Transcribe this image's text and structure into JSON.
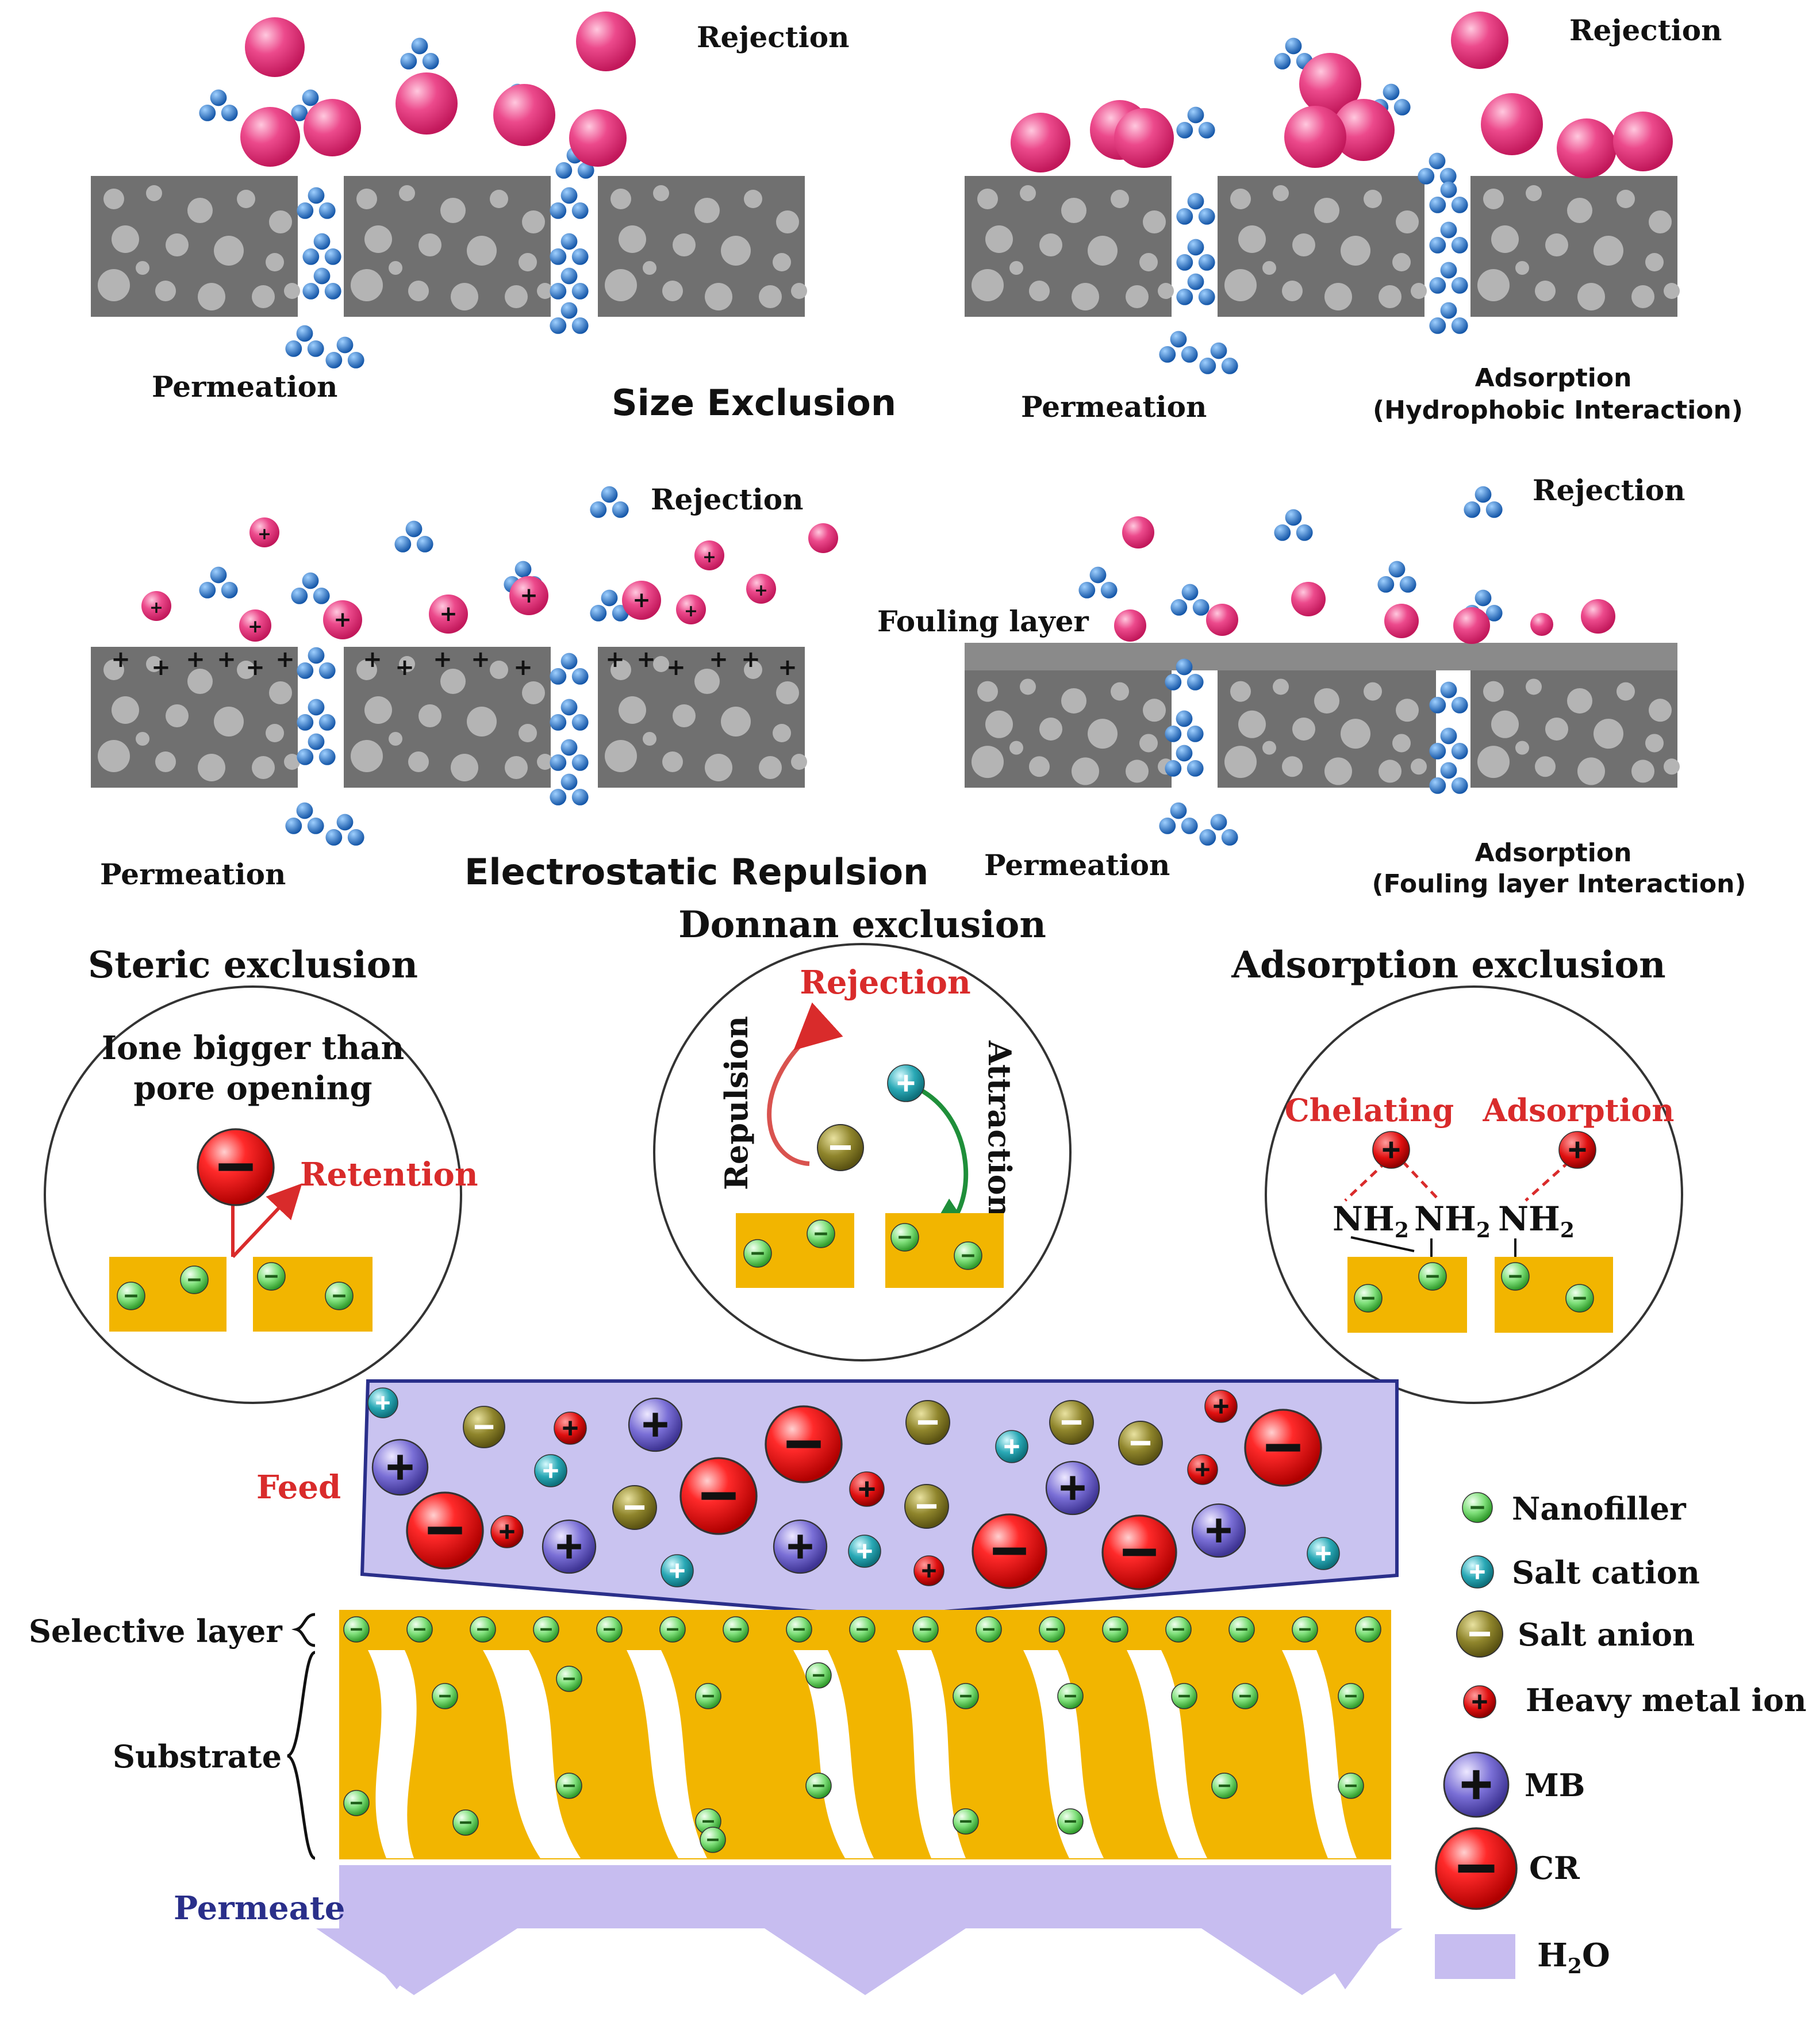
{
  "colors": {
    "membrane": "#707070",
    "pore_bubble": "#b4b4b4",
    "water_blue": "#1f6fc6",
    "solute_pink": "#e8357a",
    "selective_layer": "#f2b500",
    "feed_box": "#c9c3f0",
    "permeate_arrow": "#c7bdf0",
    "label_red": "#d92b2b",
    "label_navy": "#2a2f8a"
  },
  "top_panels": {
    "size_exclusion": {
      "rejection": "Rejection",
      "permeation": "Permeation",
      "title": "Size Exclusion"
    },
    "hydrophobic": {
      "rejection": "Rejection",
      "permeation": "Permeation",
      "adsorption": "Adsorption",
      "detail": "(Hydrophobic Interaction)"
    },
    "electrostatic": {
      "rejection": "Rejection",
      "permeation": "Permeation",
      "title": "Electrostatic Repulsion"
    },
    "fouling": {
      "rejection": "Rejection",
      "fouling_layer": "Fouling layer",
      "permeation": "Permeation",
      "adsorption": "Adsorption",
      "detail": "(Fouling layer Interaction)"
    }
  },
  "mechanisms": {
    "steric": {
      "title": "Steric exclusion",
      "line1": "Ione bigger than",
      "line2": "pore opening",
      "retention": "Retention"
    },
    "donnan": {
      "title": "Donnan exclusion",
      "rejection": "Rejection",
      "repulsion": "Repulsion",
      "attraction": "Attraction"
    },
    "adsorption": {
      "title": "Adsorption exclusion",
      "chelating": "Chelating",
      "adsorption": "Adsorption",
      "nh2": "NH"
    }
  },
  "membrane_labels": {
    "feed": "Feed",
    "selective_layer": "Selective layer",
    "substrate": "Substrate",
    "permeate": "Permeate"
  },
  "legend": [
    {
      "key": "nanofiller",
      "label": "Nanofiller"
    },
    {
      "key": "salt_cation",
      "label": "Salt cation"
    },
    {
      "key": "salt_anion",
      "label": "Salt anion"
    },
    {
      "key": "heavy_metal",
      "label": "Heavy metal ion"
    },
    {
      "key": "mb",
      "label": "MB"
    },
    {
      "key": "cr",
      "label": "CR"
    },
    {
      "key": "h2o",
      "label": "H"
    }
  ]
}
